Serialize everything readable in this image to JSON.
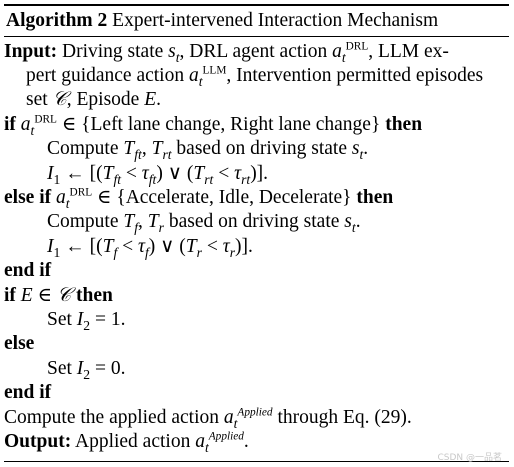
{
  "caption": {
    "label": "Algorithm 2",
    "title": "Expert-intervened Interaction Mechanism"
  },
  "lines": {
    "input_kw": "Input:",
    "input_1a": "Driving state ",
    "input_1b": ", DRL agent action ",
    "input_1c": ", LLM ex-",
    "input_2a": "pert guidance action ",
    "input_2b": ", Intervention permitted episodes",
    "input_3a": "set ",
    "input_3b": ", Episode ",
    "input_3c": ".",
    "if_kw": "if",
    "then_kw": "then",
    "set_lane": "{Left lane change, Right lane change}",
    "compute_1a": "Compute ",
    "compute_1b": " based on driving state ",
    "compute_1c": ".",
    "elseif_kw": "else if",
    "set_speed": "{Accelerate, Idle, Decelerate}",
    "compute_2a": "Compute ",
    "compute_2b": " based on driving state ",
    "compute_2c": ".",
    "endif_kw": "end if",
    "set_kw": "Set ",
    "i2_one": "= 1.",
    "else_kw": "else",
    "i2_zero": "= 0.",
    "compute_applied_a": "Compute the applied action ",
    "compute_applied_b": " through Eq. (29).",
    "output_kw": "Output:",
    "output_text": " Applied action ",
    "output_end": "."
  },
  "math": {
    "drl": "DRL",
    "llm": "LLM",
    "applied": "Applied"
  },
  "watermark": "CSDN @一品茗"
}
